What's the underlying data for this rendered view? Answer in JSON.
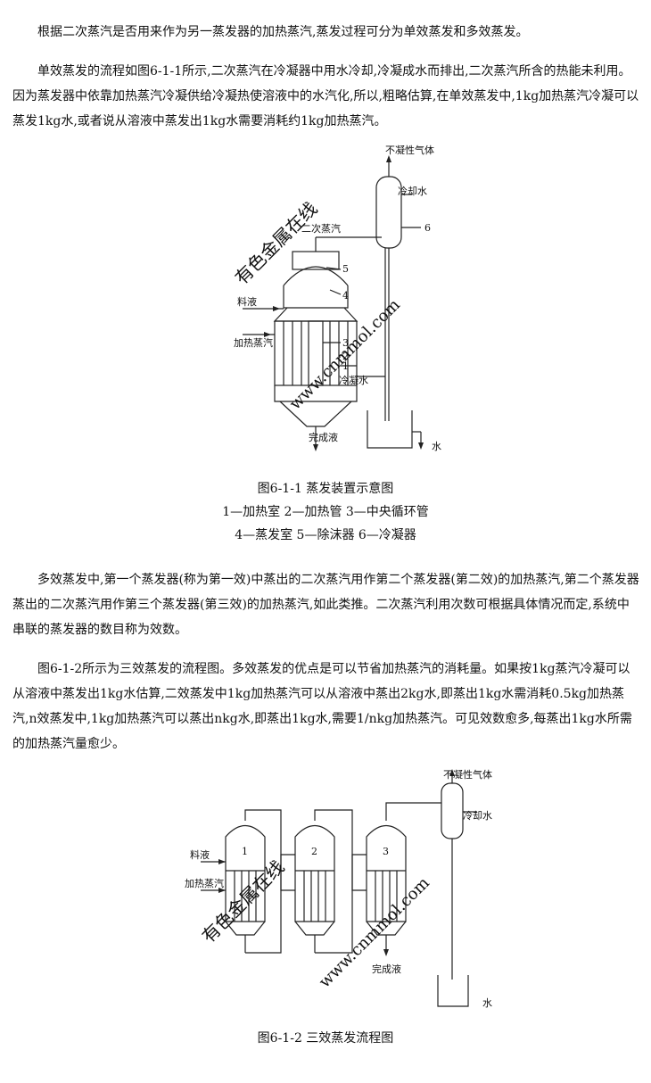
{
  "paragraphs": {
    "p1": "根据二次蒸汽是否用来作为另一蒸发器的加热蒸汽,蒸发过程可分为单效蒸发和多效蒸发。",
    "p2": "单效蒸发的流程如图6-1-1所示,二次蒸汽在冷凝器中用水冷却,冷凝成水而排出,二次蒸汽所含的热能未利用。因为蒸发器中依靠加热蒸汽冷凝供给冷凝热使溶液中的水汽化,所以,粗略估算,在单效蒸发中,1kg加热蒸汽冷凝可以蒸发1kg水,或者说从溶液中蒸发出1kg水需要消耗约1kg加热蒸汽。",
    "p3": "多效蒸发中,第一个蒸发器(称为第一效)中蒸出的二次蒸汽用作第二个蒸发器(第二效)的加热蒸汽,第二个蒸发器蒸出的二次蒸汽用作第三个蒸发器(第三效)的加热蒸汽,如此类推。二次蒸汽利用次数可根据具体情况而定,系统中串联的蒸发器的数目称为效数。",
    "p4": "图6-1-2所示为三效蒸发的流程图。多效蒸发的优点是可以节省加热蒸汽的消耗量。如果按1kg蒸汽冷凝可以从溶液中蒸发出1kg水估算,二效蒸发中1kg加热蒸汽可以从溶液中蒸出2kg水,即蒸出1kg水需消耗0.5kg加热蒸汽,n效蒸发中,1kg加热蒸汽可以蒸出nkg水,即蒸出1kg水,需要1/nkg加热蒸汽。可见效数愈多,每蒸出1kg水所需的加热蒸汽量愈少。"
  },
  "figure1": {
    "labels": {
      "noncondensable": "不凝性气体",
      "cooling_water": "冷却水",
      "secondary_steam": "二次蒸汽",
      "feed": "料液",
      "heating_steam": "加热蒸汽",
      "condensate": "冷凝水",
      "product": "完成液",
      "water": "水",
      "n1": "1",
      "n2": "2",
      "n3": "3",
      "n4": "4",
      "n5": "5",
      "n6": "6"
    },
    "watermark_cn": "有色金属在线",
    "watermark_url": "www.cnmmol.com",
    "caption_line1": "图6-1-1 蒸发装置示意图",
    "caption_line2": "1—加热室 2—加热管 3—中央循环管",
    "caption_line3": "4—蒸发室 5—除沫器 6—冷凝器"
  },
  "figure2": {
    "labels": {
      "noncondensable": "不凝性气体",
      "cooling_water": "冷却水",
      "feed": "料液",
      "heating_steam": "加热蒸汽",
      "product": "完成液",
      "water": "水",
      "e1": "1",
      "e2": "2",
      "e3": "3"
    },
    "watermark_cn": "有色金属在线",
    "watermark_url": "www.cnmmol.com",
    "caption": "图6-1-2 三效蒸发流程图"
  }
}
